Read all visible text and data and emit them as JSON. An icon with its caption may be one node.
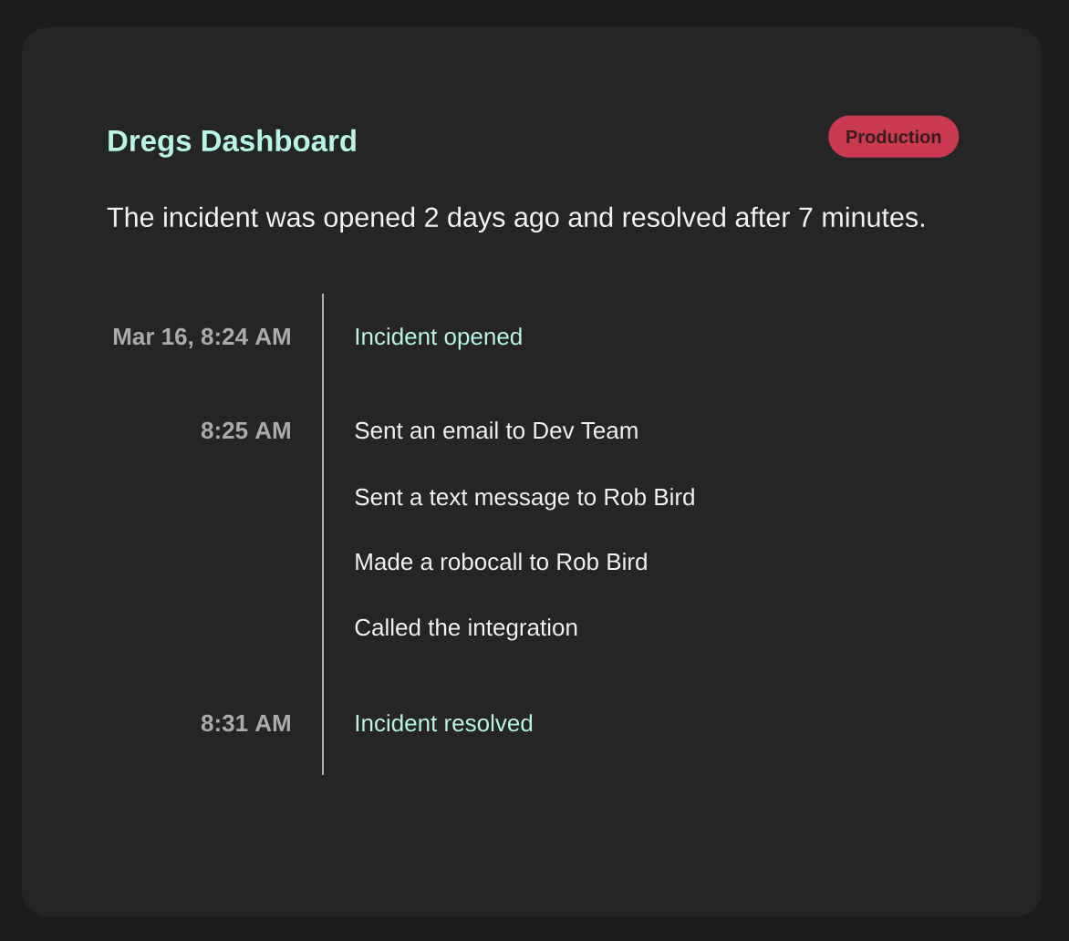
{
  "diagram": {
    "nodes": [
      {
        "text": [
          "Dregs Dashboard",
          "The incident was opened 2 days ago and resolved after 7 minutes."
        ]
      },
      {
        "text": [
          "Production"
        ],
        "in": 0
      }
    ],
    "labels": [
      "Mar 16, 8:24 AM",
      "Incident opened",
      "8:25 AM",
      "Sent an email to Dev Team",
      "Sent a text message to Rob Bird",
      "Made a robocall to Rob Bird",
      "Called the integration",
      "8:31 AM",
      "Incident resolved"
    ]
  }
}
